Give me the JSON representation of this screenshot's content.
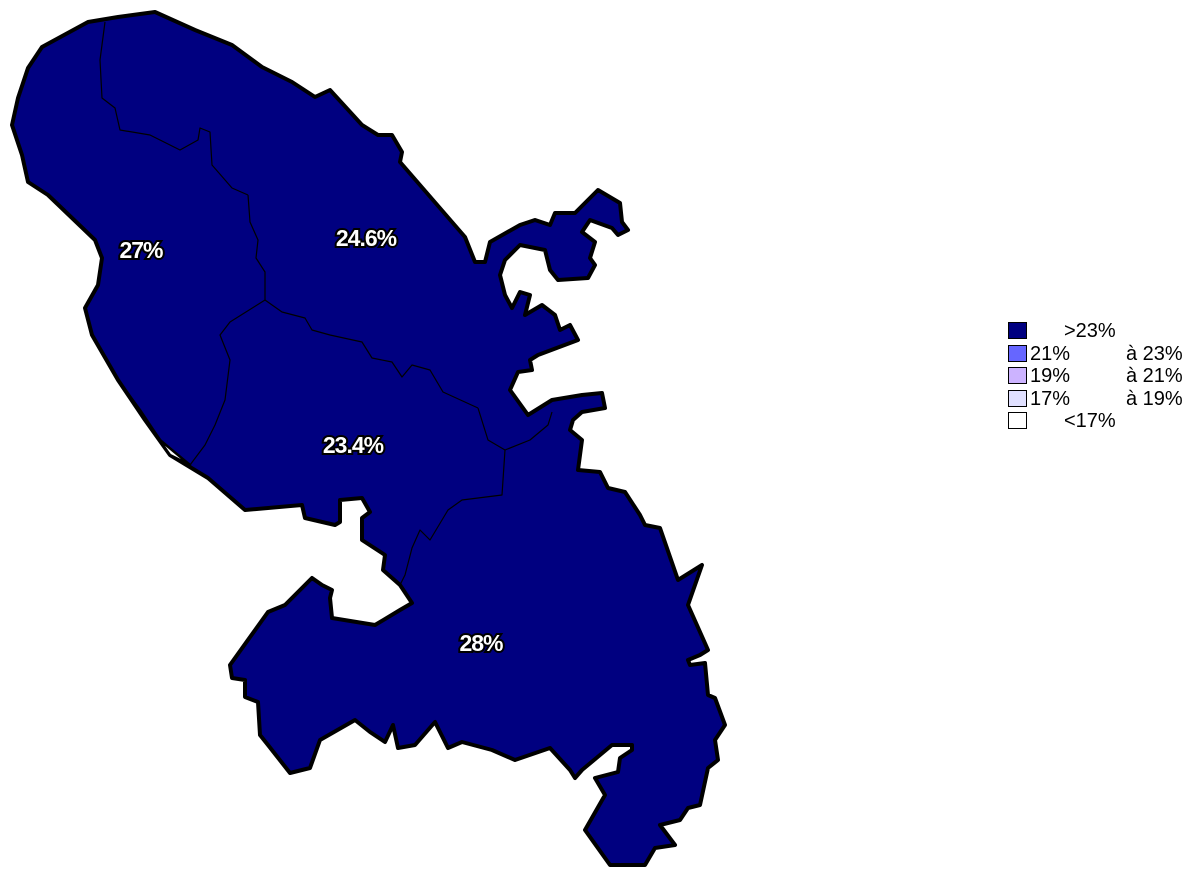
{
  "map": {
    "fill_color": "#000080",
    "regions": [
      {
        "id": "north-caribbean",
        "label": "27%"
      },
      {
        "id": "north-atlantic",
        "label": "24.6%"
      },
      {
        "id": "centre",
        "label": "23.4%"
      },
      {
        "id": "south",
        "label": "28%"
      }
    ]
  },
  "legend": {
    "items": [
      {
        "color": "#000080",
        "from": "",
        "to": "",
        "single": ">23%"
      },
      {
        "color": "#6666ff",
        "from": "21%",
        "to": "à 23%",
        "single": ""
      },
      {
        "color": "#ccb3ff",
        "from": "19%",
        "to": "à 21%",
        "single": ""
      },
      {
        "color": "#e0e0ff",
        "from": "17%",
        "to": "à 19%",
        "single": ""
      },
      {
        "color": "#ffffff",
        "from": "",
        "to": "",
        "single": "<17%"
      }
    ]
  }
}
